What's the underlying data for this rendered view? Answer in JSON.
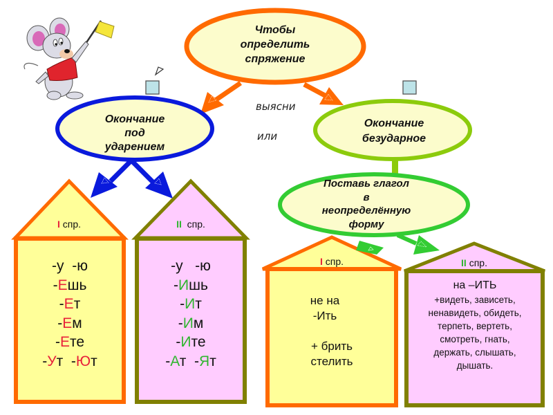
{
  "colors": {
    "oval_fill": "#fcfccc",
    "orange": "#ff6a00",
    "blue": "#0a1adc",
    "lime": "#8ccb0c",
    "green": "#33cc33",
    "house1_fill": "#ffff99",
    "house1_border": "#ff6a00",
    "house2_fill": "#ffccff",
    "house2_border": "#808000",
    "red_highlight": "#e8213a",
    "green_highlight": "#2fb52f",
    "icon_square": "#bde3e8"
  },
  "root": {
    "lines": [
      "Чтобы",
      "определить",
      "спряжение"
    ]
  },
  "connector": {
    "find_out": "выясни",
    "or": "или"
  },
  "branch_stressed": {
    "lines": [
      "Окончание",
      "под",
      "ударением"
    ]
  },
  "branch_unstressed": {
    "lines": [
      "Окончание",
      "безударное"
    ]
  },
  "infinitive_step": {
    "lines": [
      "Поставь глагол",
      "в",
      "неопределённую",
      "форму"
    ]
  },
  "houses": [
    {
      "num": "I",
      "label": " спр.",
      "endings": [
        [
          {
            "t": "-у  -ю"
          }
        ],
        [
          {
            "t": "-"
          },
          {
            "t": "Е",
            "hi": true
          },
          {
            "t": "шь"
          }
        ],
        [
          {
            "t": "-"
          },
          {
            "t": "Е",
            "hi": true
          },
          {
            "t": "т"
          }
        ],
        [
          {
            "t": "-"
          },
          {
            "t": "Е",
            "hi": true
          },
          {
            "t": "м"
          }
        ],
        [
          {
            "t": "-"
          },
          {
            "t": "Е",
            "hi": true
          },
          {
            "t": "те"
          }
        ],
        [
          {
            "t": "-"
          },
          {
            "t": "У",
            "hi": true
          },
          {
            "t": "т  -"
          },
          {
            "t": "Ю",
            "hi": true
          },
          {
            "t": "т"
          }
        ]
      ]
    },
    {
      "num": "II",
      "label": "  спр.",
      "endings": [
        [
          {
            "t": "-у   -ю"
          }
        ],
        [
          {
            "t": "-"
          },
          {
            "t": "И",
            "hi": true
          },
          {
            "t": "шь"
          }
        ],
        [
          {
            "t": "-"
          },
          {
            "t": "И",
            "hi": true
          },
          {
            "t": "т"
          }
        ],
        [
          {
            "t": "-"
          },
          {
            "t": "И",
            "hi": true
          },
          {
            "t": "м"
          }
        ],
        [
          {
            "t": "-"
          },
          {
            "t": "И",
            "hi": true
          },
          {
            "t": "те"
          }
        ],
        [
          {
            "t": "-"
          },
          {
            "t": "А",
            "hi": true
          },
          {
            "t": "т  -"
          },
          {
            "t": "Я",
            "hi": true
          },
          {
            "t": "т"
          }
        ]
      ]
    },
    {
      "num": "I",
      "label": " спр.",
      "rule_lines": [
        "не на",
        "-Ить",
        "",
        "+ брить",
        "стелить"
      ]
    },
    {
      "num": "II",
      "label": " спр.",
      "rule_title": "на –ИТЬ",
      "rule_lines": [
        "+видеть, зависеть,",
        "ненавидеть, обидеть,",
        "терпеть, вертеть,",
        "смотреть, гнать,",
        "держать, слышать,",
        "дышать."
      ]
    }
  ],
  "icons": {
    "mascot": "mouse-with-flag",
    "nav_square_left": "action-button-square",
    "nav_square_right": "action-button-square",
    "pointer": "triangle-pointer"
  }
}
